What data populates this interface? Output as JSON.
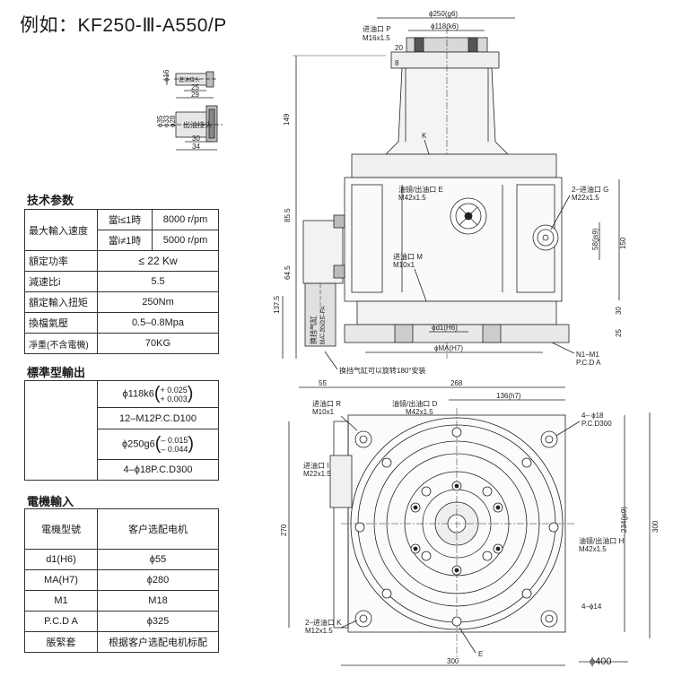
{
  "title": "例如：KF250-Ⅲ-A550/P",
  "tech": {
    "heading": "技术参数",
    "speed_label": "最大輸入速度",
    "speed_cond1": "當i≤1時",
    "speed_val1": "8000 r/pm",
    "speed_cond2": "當i≠1時",
    "speed_val2": "5000 r/pm",
    "power_label": "額定功率",
    "power_val": "≤ 22 Kw",
    "ratio_label": "減速比i",
    "ratio_val": "5.5",
    "torque_label": "額定輸入扭矩",
    "torque_val": "250Nm",
    "pressure_label": "換檔氣壓",
    "pressure_val": "0.5–0.8Mpa",
    "weight_label": "凈重(不含電機)",
    "weight_val": "70KG"
  },
  "std": {
    "heading": "標準型輸出",
    "row1_main": "ϕ118k6",
    "row1_upper": "+ 0.025",
    "row1_lower": "+ 0.003",
    "row2": "12–M12P.C.D100",
    "row3_main": "ϕ250g6",
    "row3_upper": "– 0.015",
    "row3_lower": "– 0.044",
    "row4": "4–ϕ18P.C.D300"
  },
  "motor": {
    "heading": "電機輸入",
    "col1": "電機型號",
    "col2": "客户选配电机",
    "rows": [
      {
        "k": "d1(H6)",
        "v": "ϕ55"
      },
      {
        "k": "MA(H7)",
        "v": "ϕ280"
      },
      {
        "k": "M1",
        "v": "M18"
      },
      {
        "k": "P.C.D A",
        "v": "ϕ325"
      },
      {
        "k": "脹緊套",
        "v": "根据客户选配电机标配"
      }
    ]
  },
  "drawing": {
    "small": {
      "d16": "ϕ16",
      "d25": "25",
      "d29": "29",
      "lbl_in": "進油接头",
      "d35": "ϕ35",
      "d33": "ϕ33",
      "d28": "ϕ28",
      "lbl_out": "出油接头",
      "d30": "30",
      "d34": "34"
    },
    "side": {
      "d250": "ϕ250(g6)",
      "d118": "ϕ118(k6)",
      "inlet_p": "进油口 P",
      "inlet_p_size": "M16x1.5",
      "d20": "20",
      "d8": "8",
      "d149": "149",
      "k": "K",
      "mirror_e": "油镜/出油口 E",
      "mirror_e_size": "M42x1.5",
      "inlet_g": "2–进油口 G",
      "inlet_g_size": "M22x1.5",
      "d58": "58(js9)",
      "d150": "150",
      "d85": "85.5",
      "d64": "64.5",
      "d137": "137.5",
      "inlet_m": "进油口 M",
      "inlet_m_size": "M10x1",
      "d30": "30",
      "d25": "25",
      "cyl": "换挡气缸",
      "cyl_size": "MA–20x25–FA",
      "d1": "ϕd1(H6)",
      "ma": "ϕMA(H7)",
      "n1": "N1–M1",
      "pcd": "P.C.D A",
      "rotate": "换挡气缸可以旋转180°安装"
    },
    "plan": {
      "d55": "55",
      "d268": "268",
      "d136": "136(h7)",
      "inlet_r": "进油口 R",
      "inlet_r_size": "M10x1",
      "mirror_d": "油镜/出油口 D",
      "mirror_d_size": "M42x1.5",
      "holes18": "4– ϕ18",
      "pcd300": "P.C.D300",
      "inlet_i": "进油口 I",
      "inlet_i_size": "M22x1.5",
      "d270": "270",
      "d234": "234(js9)",
      "d300v": "300",
      "mirror_h": "油镜/出油口 H",
      "mirror_h_size": "M42x1.5",
      "holes14": "4–ϕ14",
      "inlet_k": "2–进油口 K",
      "inlet_k_size": "M12x1.5",
      "e": "E",
      "d300h": "300",
      "d400": "ϕ400"
    }
  }
}
